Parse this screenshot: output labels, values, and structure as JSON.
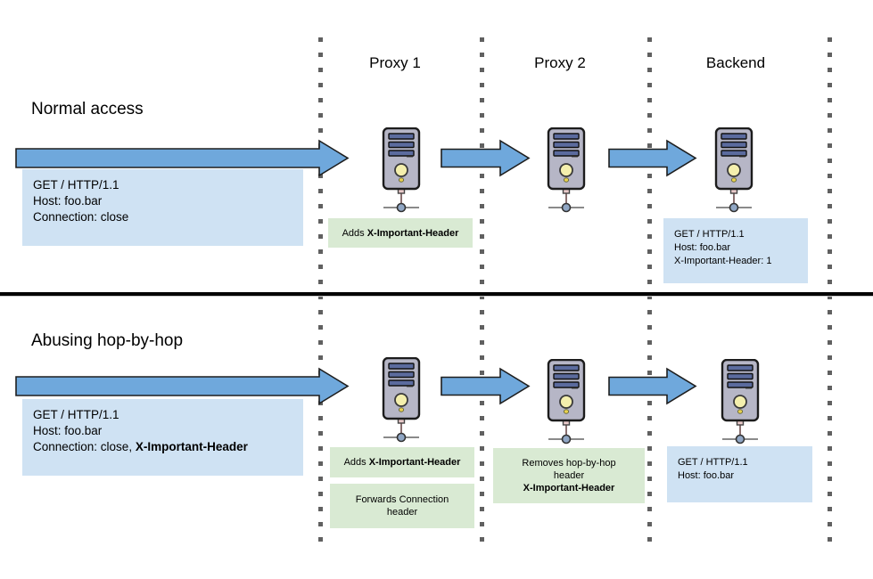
{
  "columns": {
    "proxy1": "Proxy 1",
    "proxy2": "Proxy 2",
    "backend": "Backend"
  },
  "sections": {
    "normal": {
      "title": "Normal access"
    },
    "abuse": {
      "title": "Abusing hop-by-hop"
    }
  },
  "requests": {
    "normal_client": {
      "lines": [
        "GET / HTTP/1.1",
        "Host: foo.bar",
        "Connection: close"
      ]
    },
    "normal_backend": {
      "lines": [
        "GET / HTTP/1.1",
        "Host: foo.bar",
        "X-Important-Header: 1"
      ]
    },
    "abuse_client": {
      "line1": "GET / HTTP/1.1",
      "line2": "Host: foo.bar",
      "line3_prefix": "Connection: close, ",
      "line3_bold": "X-Important-Header"
    },
    "abuse_backend": {
      "lines": [
        "GET / HTTP/1.1",
        "Host: foo.bar"
      ]
    }
  },
  "notes": {
    "adds_top": {
      "prefix": "Adds ",
      "bold": "X-Important-Header"
    },
    "adds_bottom": {
      "prefix": "Adds ",
      "bold": "X-Important-Header"
    },
    "forwards": {
      "line1": "Forwards Connection",
      "line2": "header"
    },
    "removes": {
      "line1": "Removes hop-by-hop",
      "line2": "header",
      "bold": "X-Important-Header"
    }
  },
  "icons": {
    "server": "server-tower-icon"
  },
  "palette": {
    "arrow_fill": "#6fa8dc",
    "arrow_stroke": "#1e1e1e",
    "request_box": "#cfe2f3",
    "note_box": "#d9ead3",
    "divider": "#000000",
    "dotted_line": "#606060"
  }
}
